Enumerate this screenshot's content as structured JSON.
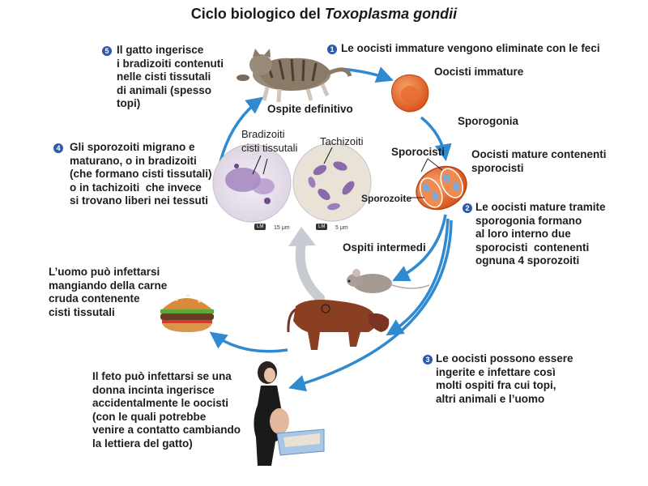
{
  "title": {
    "prefix": "Ciclo biologico del",
    "species": "Toxoplasma gondii"
  },
  "steps": [
    {
      "num": "1",
      "text": "Le oocisti immature vengono eliminate con le feci"
    },
    {
      "num": "2",
      "text": "Le oocisti mature tramite\nsporogonia formano\nal loro interno due\nsporocisti  contenenti\nognuna 4 sporozoiti"
    },
    {
      "num": "3",
      "text": "Le oocisti possono essere\ningerite e infettare così\nmolti ospiti fra cui topi,\naltri animali e l’uomo"
    },
    {
      "num": "4",
      "text": "Gli sporozoiti migrano e\nmaturano, o in bradizoiti\n(che formano cisti tissutali)\no in tachizoiti  che invece\nsi trovano liberi nei tessuti"
    },
    {
      "num": "5",
      "text": "Il gatto ingerisce\ni bradizoiti contenuti\nnelle cisti tissutali\ndi animali (spesso\ntopi)"
    }
  ],
  "labels": {
    "host_definitive": "Ospite definitivo",
    "immature_oocysts": "Oocisti immature",
    "sporogony": "Sporogonia",
    "sporocysts": "Sporocisti",
    "mature_oocysts": "Oocisti mature contenenti\nsporocisti",
    "sporozoite": "Sporozoite",
    "bradyzoites": "Bradizoiti\ncisti tissutali",
    "tachyzoites": "Tachizoiti",
    "intermediate_hosts": "Ospiti intermedi",
    "human_meat": "L’uomo può infettarsi\nmangiando della carne\ncruda contenente\ncisti tissutali",
    "fetus": "Il feto può infettarsi se una\ndonna incinta ingerisce\naccidentalmente le oocisti\n(con le quali potrebbe\nvenire a contatto cambiando\nla lettiera del gatto)",
    "lm_left": "LM",
    "scale_left": "15 μm",
    "lm_right": "LM",
    "scale_right": "5 μm"
  },
  "colors": {
    "arrow": "#2f8ad0",
    "badge": "#2b5aa8",
    "oocyst": "#e56a2a",
    "micrograph_bg": "#ece6ef",
    "cell_stain": "#9a7ab8"
  },
  "icons": [
    "cat-icon",
    "oocyst-immature-icon",
    "oocyst-mature-icon",
    "micrograph-bradyzoites-icon",
    "micrograph-tachyzoites-icon",
    "mouse-icon",
    "cow-icon",
    "hamburger-icon",
    "pregnant-woman-icon",
    "litter-box-icon"
  ]
}
